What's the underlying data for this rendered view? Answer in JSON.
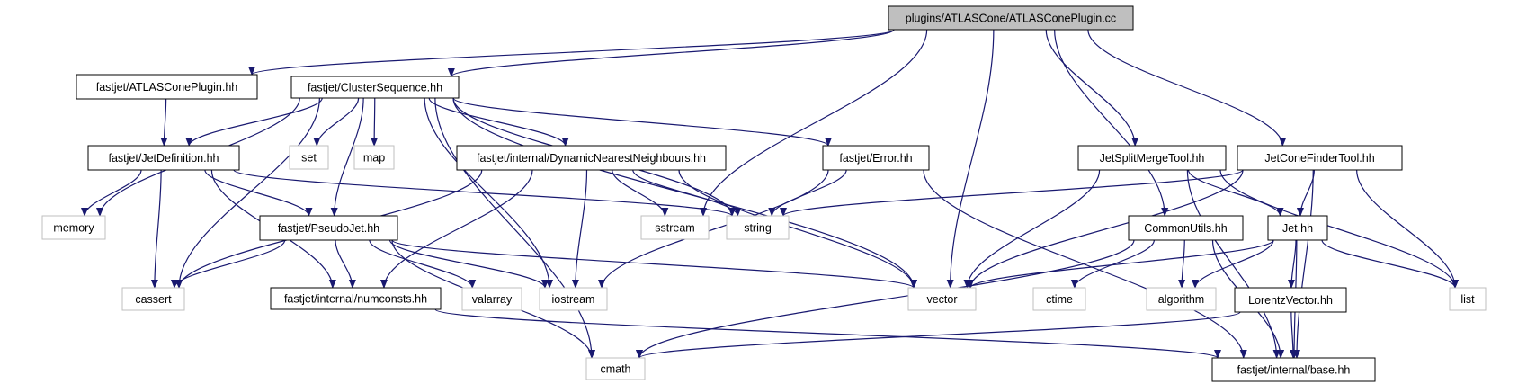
{
  "graph": {
    "nodes": [
      {
        "id": "root",
        "label": "plugins/ATLASCone/ATLASConePlugin.cc",
        "style": "root"
      },
      {
        "id": "atlas_hh",
        "label": "fastjet/ATLASConePlugin.hh",
        "style": "doc"
      },
      {
        "id": "clusterseq",
        "label": "fastjet/ClusterSequence.hh",
        "style": "doc"
      },
      {
        "id": "jetdef",
        "label": "fastjet/JetDefinition.hh",
        "style": "doc"
      },
      {
        "id": "set",
        "label": "set",
        "style": "ext"
      },
      {
        "id": "map",
        "label": "map",
        "style": "ext"
      },
      {
        "id": "dnn",
        "label": "fastjet/internal/DynamicNearestNeighbours.hh",
        "style": "doc"
      },
      {
        "id": "error",
        "label": "fastjet/Error.hh",
        "style": "doc"
      },
      {
        "id": "jsm",
        "label": "JetSplitMergeTool.hh",
        "style": "doc"
      },
      {
        "id": "jcf",
        "label": "JetConeFinderTool.hh",
        "style": "doc"
      },
      {
        "id": "memory",
        "label": "memory",
        "style": "ext"
      },
      {
        "id": "pseudojet",
        "label": "fastjet/PseudoJet.hh",
        "style": "doc"
      },
      {
        "id": "sstream",
        "label": "sstream",
        "style": "ext"
      },
      {
        "id": "string",
        "label": "string",
        "style": "ext"
      },
      {
        "id": "commonutils",
        "label": "CommonUtils.hh",
        "style": "doc"
      },
      {
        "id": "jet",
        "label": "Jet.hh",
        "style": "doc"
      },
      {
        "id": "cassert",
        "label": "cassert",
        "style": "ext"
      },
      {
        "id": "numconsts",
        "label": "fastjet/internal/numconsts.hh",
        "style": "doc"
      },
      {
        "id": "valarray",
        "label": "valarray",
        "style": "ext"
      },
      {
        "id": "iostream",
        "label": "iostream",
        "style": "ext"
      },
      {
        "id": "vector",
        "label": "vector",
        "style": "ext"
      },
      {
        "id": "ctime",
        "label": "ctime",
        "style": "ext"
      },
      {
        "id": "algorithm",
        "label": "algorithm",
        "style": "ext"
      },
      {
        "id": "lorentz",
        "label": "LorentzVector.hh",
        "style": "doc"
      },
      {
        "id": "list",
        "label": "list",
        "style": "ext"
      },
      {
        "id": "cmath",
        "label": "cmath",
        "style": "ext"
      },
      {
        "id": "base",
        "label": "fastjet/internal/base.hh",
        "style": "doc"
      }
    ],
    "edges": [
      [
        "root",
        "atlas_hh"
      ],
      [
        "root",
        "clusterseq"
      ],
      [
        "root",
        "sstream"
      ],
      [
        "root",
        "vector"
      ],
      [
        "root",
        "commonutils"
      ],
      [
        "root",
        "jsm"
      ],
      [
        "root",
        "jcf"
      ],
      [
        "atlas_hh",
        "jetdef"
      ],
      [
        "clusterseq",
        "jetdef"
      ],
      [
        "clusterseq",
        "set"
      ],
      [
        "clusterseq",
        "map"
      ],
      [
        "clusterseq",
        "dnn"
      ],
      [
        "clusterseq",
        "error"
      ],
      [
        "clusterseq",
        "memory"
      ],
      [
        "clusterseq",
        "pseudojet"
      ],
      [
        "clusterseq",
        "string"
      ],
      [
        "clusterseq",
        "vector"
      ],
      [
        "clusterseq",
        "iostream"
      ],
      [
        "clusterseq",
        "cassert"
      ],
      [
        "clusterseq",
        "cmath"
      ],
      [
        "jetdef",
        "memory"
      ],
      [
        "jetdef",
        "cassert"
      ],
      [
        "jetdef",
        "pseudojet"
      ],
      [
        "jetdef",
        "numconsts"
      ],
      [
        "jetdef",
        "string"
      ],
      [
        "dnn",
        "cassert"
      ],
      [
        "dnn",
        "numconsts"
      ],
      [
        "dnn",
        "iostream"
      ],
      [
        "dnn",
        "sstream"
      ],
      [
        "dnn",
        "string"
      ],
      [
        "dnn",
        "vector"
      ],
      [
        "error",
        "string"
      ],
      [
        "error",
        "iostream"
      ],
      [
        "error",
        "base"
      ],
      [
        "pseudojet",
        "cassert"
      ],
      [
        "pseudojet",
        "numconsts"
      ],
      [
        "pseudojet",
        "valarray"
      ],
      [
        "pseudojet",
        "iostream"
      ],
      [
        "pseudojet",
        "vector"
      ],
      [
        "pseudojet",
        "cmath"
      ],
      [
        "numconsts",
        "base"
      ],
      [
        "jsm",
        "vector"
      ],
      [
        "jsm",
        "jet"
      ],
      [
        "jsm",
        "list"
      ],
      [
        "jsm",
        "base"
      ],
      [
        "jcf",
        "string"
      ],
      [
        "jcf",
        "vector"
      ],
      [
        "jcf",
        "jet"
      ],
      [
        "jcf",
        "list"
      ],
      [
        "jcf",
        "base"
      ],
      [
        "commonutils",
        "ctime"
      ],
      [
        "commonutils",
        "algorithm"
      ],
      [
        "commonutils",
        "base"
      ],
      [
        "commonutils",
        "cmath"
      ],
      [
        "jet",
        "vector"
      ],
      [
        "jet",
        "algorithm"
      ],
      [
        "jet",
        "lorentz"
      ],
      [
        "jet",
        "list"
      ],
      [
        "jet",
        "base"
      ],
      [
        "lorentz",
        "cmath"
      ],
      [
        "lorentz",
        "base"
      ]
    ]
  },
  "colors": {
    "edge": "#191970",
    "doc_border": "#000000",
    "doc_fill": "#ffffff",
    "ext_border": "#bfbfbf",
    "root_fill": "#bfbfbf",
    "text": "#000000"
  }
}
